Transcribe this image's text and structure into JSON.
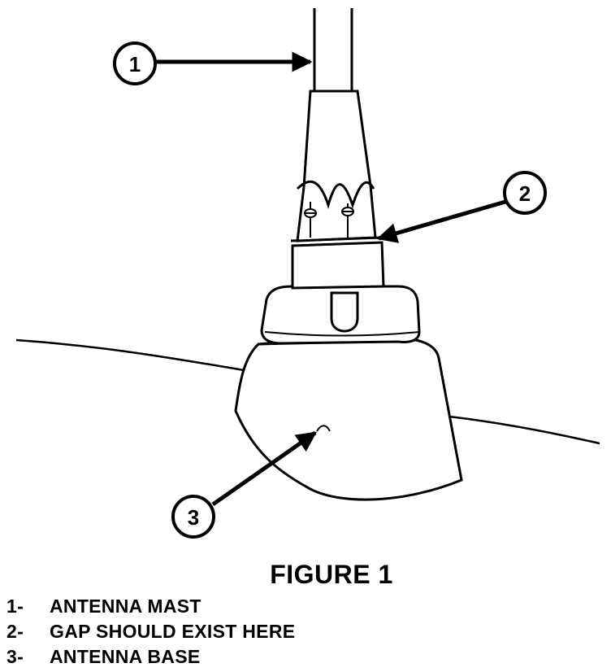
{
  "figure": {
    "caption": "FIGURE 1"
  },
  "callouts": [
    {
      "number": "1"
    },
    {
      "number": "2"
    },
    {
      "number": "3"
    }
  ],
  "legend": [
    {
      "number": "1-",
      "label": "ANTENNA MAST"
    },
    {
      "number": "2-",
      "label": "GAP SHOULD EXIST HERE"
    },
    {
      "number": "3-",
      "label": "ANTENNA BASE"
    }
  ]
}
